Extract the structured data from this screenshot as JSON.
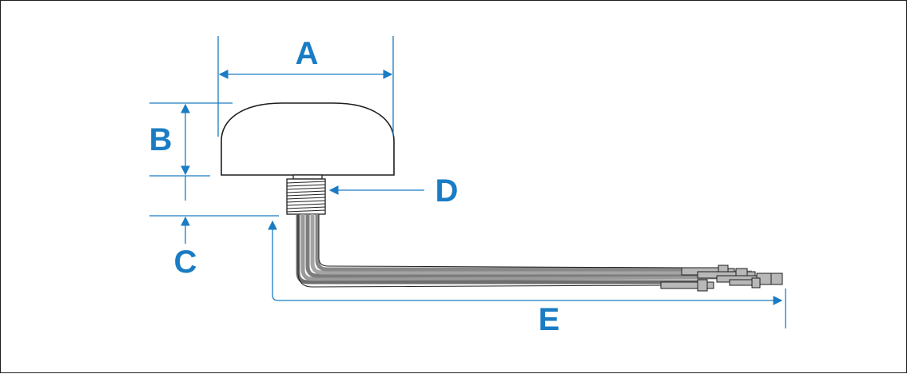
{
  "colors": {
    "accent": "#1a7cc4",
    "outline": "#1e1e1e",
    "body_fill": "#ffffff",
    "cable": "#8a8a8a",
    "connector": "#b8b8b8"
  },
  "labels": {
    "a": "A",
    "b": "B",
    "c": "C",
    "d": "D",
    "e": "E"
  }
}
